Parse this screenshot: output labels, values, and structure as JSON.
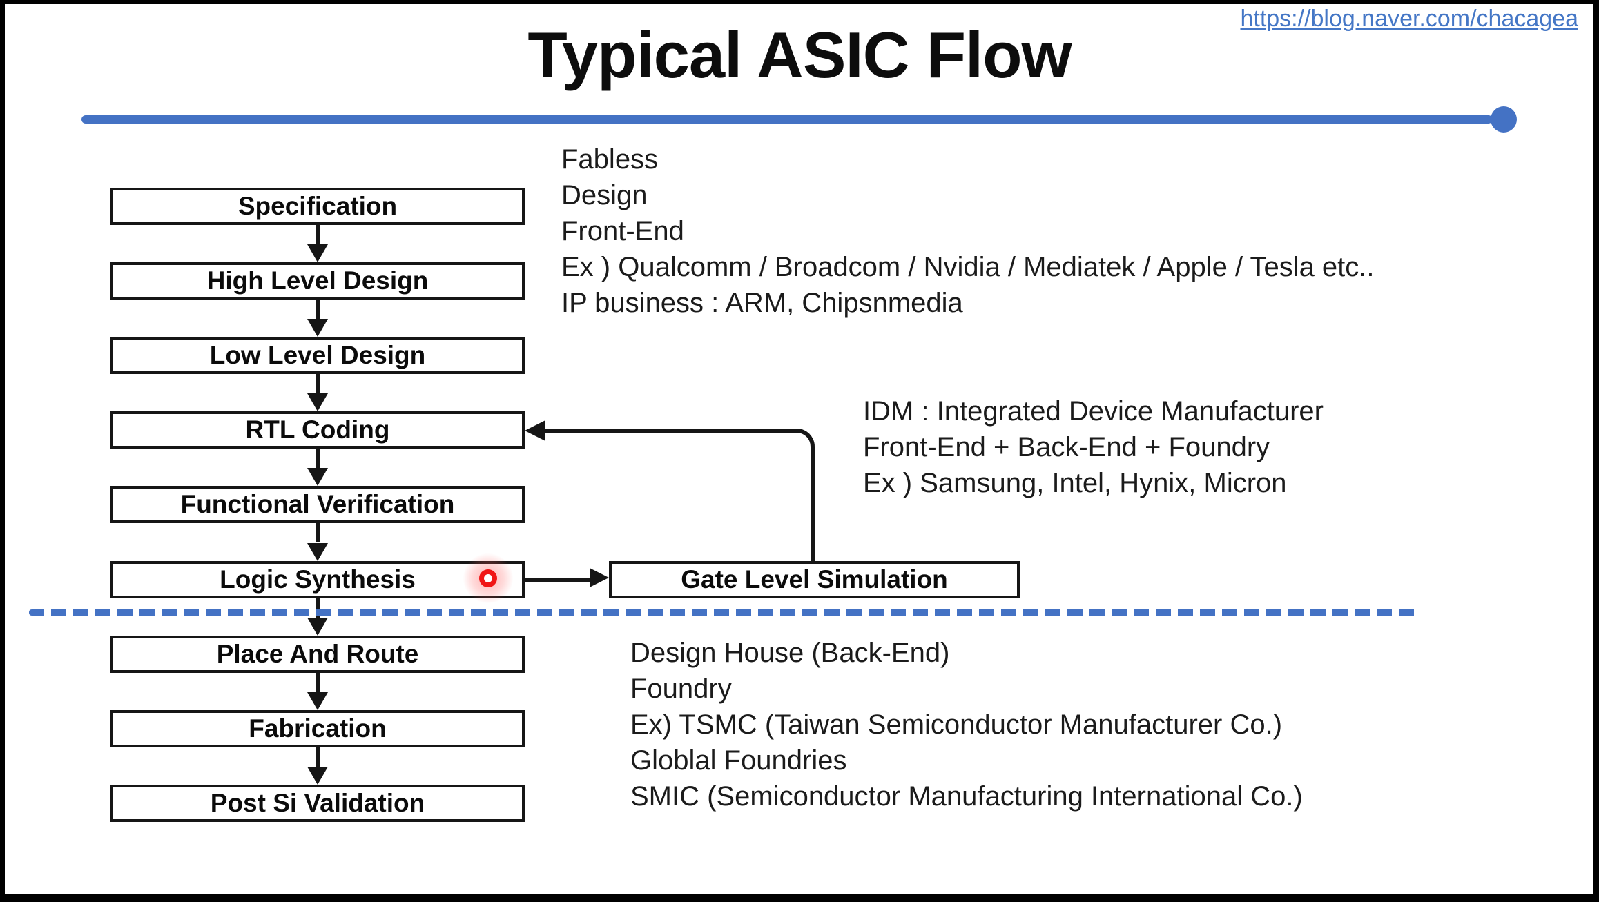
{
  "header": {
    "url": "https://blog.naver.com/chacagea",
    "title": "Typical ASIC Flow"
  },
  "colors": {
    "accent_blue": "#4472C4",
    "link_blue": "#4577c6",
    "laser_red": "#f01616",
    "box_border": "#161616"
  },
  "flow": {
    "boxes": [
      "Specification",
      "High Level Design",
      "Low Level Design",
      "RTL Coding",
      "Functional Verification",
      "Logic Synthesis",
      "Place And Route",
      "Fabrication",
      "Post Si Validation"
    ],
    "side_box": "Gate Level Simulation"
  },
  "notes": {
    "fabless": [
      "Fabless",
      "Design",
      "Front-End",
      "Ex ) Qualcomm / Broadcom / Nvidia / Mediatek / Apple / Tesla etc..",
      "IP business : ARM, Chipsnmedia"
    ],
    "idm": [
      "IDM : Integrated Device Manufacturer",
      "Front-End + Back-End + Foundry",
      "Ex ) Samsung, Intel, Hynix, Micron"
    ],
    "backend": [
      "Design House (Back-End)",
      "Foundry",
      "Ex) TSMC (Taiwan Semiconductor Manufacturer Co.)",
      "Globlal Foundries",
      "SMIC (Semiconductor Manufacturing International Co.)"
    ]
  }
}
